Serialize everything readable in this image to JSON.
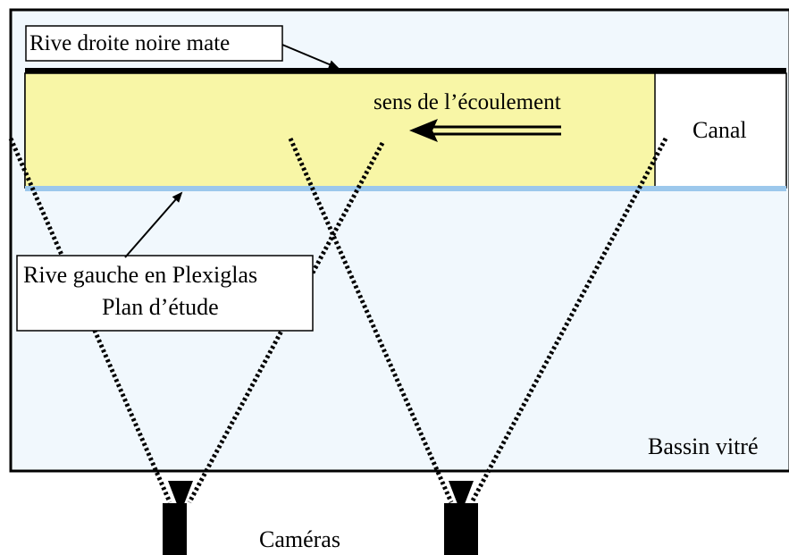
{
  "labels": {
    "right_bank": "Rive droite noire mate",
    "flow_direction": "sens de l’écoulement",
    "channel": "Canal",
    "left_bank_line1": "Rive gauche en Plexiglas",
    "left_bank_line2": "Plan d’étude",
    "basin": "Bassin vitré",
    "cameras": "Caméras"
  },
  "colors": {
    "basin_fill": "#f1f8fd",
    "study_zone_fill": "#f8f6a6",
    "plexiglas_bank": "#9cc8ec",
    "black_bank": "#000000",
    "stroke": "#000000"
  }
}
